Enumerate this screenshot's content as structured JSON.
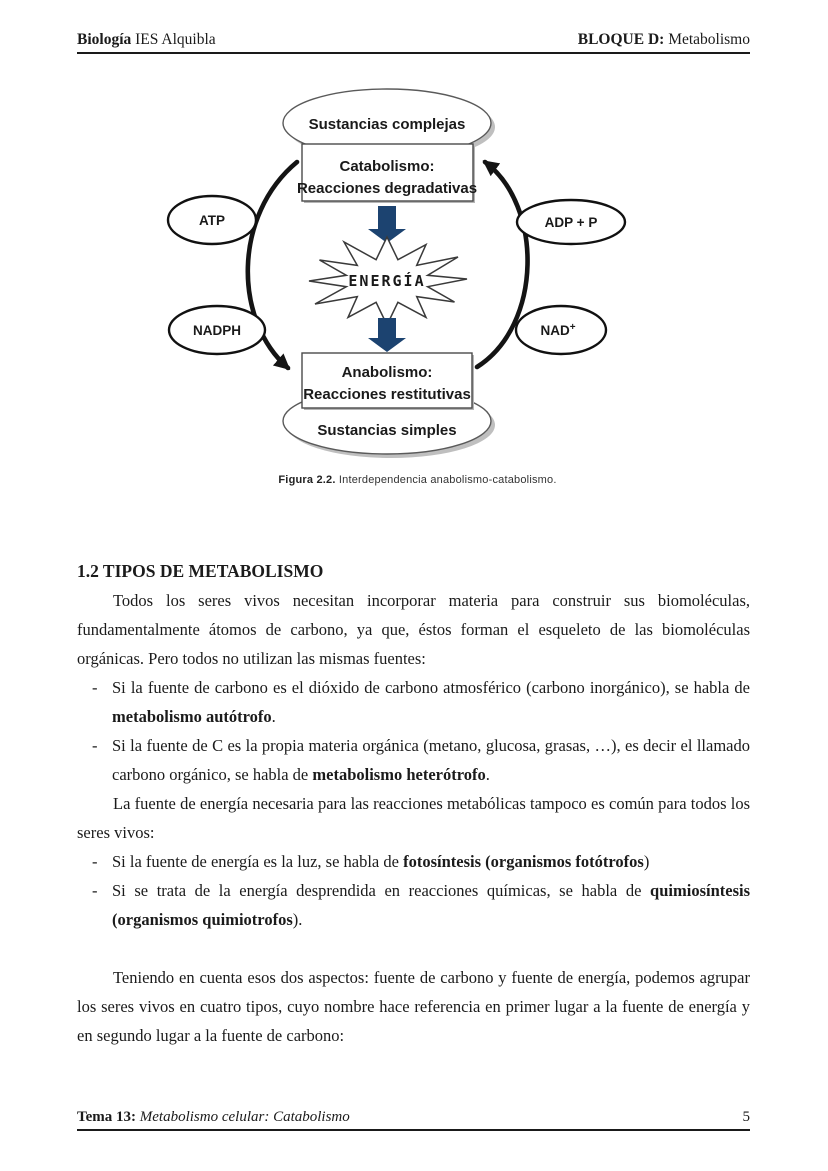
{
  "header": {
    "left_bold": "Biología",
    "left_rest": " IES Alquibla",
    "right_bold": "BLOQUE D:",
    "right_rest": " Metabolismo"
  },
  "figure": {
    "colors": {
      "arrow_blue": "#1c4370",
      "line_black": "#141414"
    },
    "nodes": {
      "top_ellipse": "Sustancias complejas",
      "catabolism_line1": "Catabolismo:",
      "catabolism_line2": "Reacciones degradativas",
      "atp": "ATP",
      "adp": "ADP + P",
      "energy": "ENERGÍA",
      "nadph": "NADPH",
      "nad_base": "NAD",
      "nad_sup": "+",
      "anabolism_line1": "Anabolismo:",
      "anabolism_line2": "Reacciones restitutivas",
      "bottom_ellipse": "Sustancias simples"
    },
    "caption_bold": "Figura 2.2.",
    "caption_rest": " Interdependencia anabolismo-catabolismo."
  },
  "content": {
    "heading": "1.2 TIPOS DE METABOLISMO",
    "dash": "-",
    "p1": "Todos los seres vivos necesitan incorporar materia para construir sus biomoléculas, fundamentalmente átomos de carbono, ya que, éstos forman el esqueleto de las biomoléculas orgánicas. Pero todos no utilizan las mismas fuentes:",
    "bullets": [
      {
        "pre": "Si la fuente de carbono es el dióxido de carbono atmosférico (carbono inorgánico), se habla de ",
        "bold": "metabolismo autótrofo",
        "post": "."
      },
      {
        "pre": "Si la fuente de C es la propia materia orgánica (metano, glucosa, grasas, …), es decir el llamado carbono orgánico, se habla de ",
        "bold": "metabolismo heterótrofo",
        "post": "."
      },
      {
        "pre": "Si la fuente de energía es la luz, se habla de ",
        "bold": "fotosíntesis (organismos fotótrofos",
        "post": ")"
      },
      {
        "pre": "Si se trata de la energía desprendida en reacciones químicas, se habla de ",
        "bold": "quimiosíntesis (organismos quimiotrofos",
        "post": ")."
      }
    ],
    "p2": "La fuente de energía necesaria para las reacciones metabólicas tampoco es común para todos los seres vivos:",
    "p3": "Teniendo en cuenta esos dos aspectos: fuente de carbono y fuente de energía, podemos agrupar los seres vivos en cuatro tipos, cuyo nombre hace referencia en primer lugar a la fuente de energía y en segundo lugar a la fuente de carbono:"
  },
  "footer": {
    "left_bold": "Tema 13:",
    "left_italic": "  Metabolismo celular: Catabolismo",
    "page_number": "5"
  }
}
